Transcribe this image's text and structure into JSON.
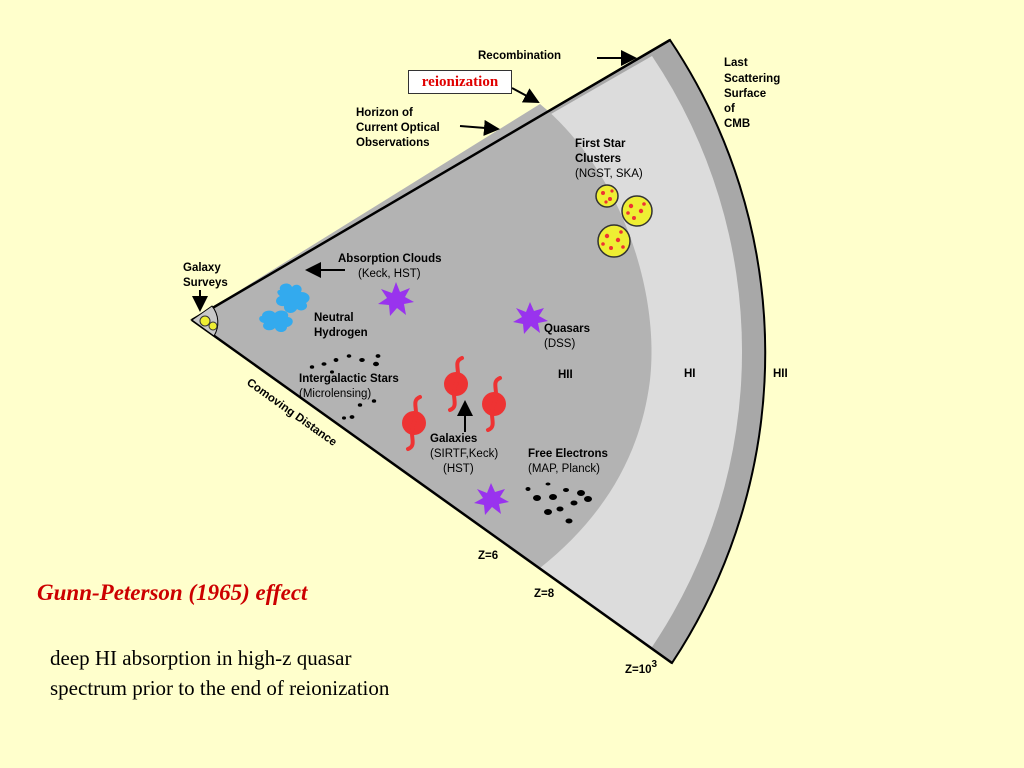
{
  "reionization_label": "reionization",
  "labels": {
    "recombination": "Recombination",
    "last_scattering": [
      "Last",
      "Scattering",
      "Surface",
      "of",
      "CMB"
    ],
    "horizon": [
      "Horizon of",
      "Current Optical",
      "Observations"
    ],
    "first_star": [
      "First Star",
      "Clusters",
      "(NGST, SKA)"
    ],
    "galaxy_surveys": [
      "Galaxy",
      "Surveys"
    ],
    "absorption_clouds": [
      "Absorption Clouds",
      "(Keck, HST)"
    ],
    "neutral_hydrogen": [
      "Neutral",
      "Hydrogen"
    ],
    "quasars": [
      "Quasars",
      "(DSS)"
    ],
    "intergalactic_stars": [
      "Intergalactic Stars",
      "(Microlensing)"
    ],
    "galaxies": [
      "Galaxies",
      "(SIRTF,Keck)",
      "(HST)"
    ],
    "free_electrons": [
      "Free Electrons",
      "(MAP, Planck)"
    ],
    "hii_inner": "HII",
    "hi_middle": "HI",
    "hii_outer": "HII",
    "comoving_distance": "Comoving Distance",
    "z6": "Z=6",
    "z8": "Z=8",
    "z103": "Z=10",
    "z103_exp": "3"
  },
  "gunn_peterson_title": "Gunn-Peterson (1965) effect",
  "caption_lines": [
    "deep HI absorption in high-z quasar",
    "spectrum prior to the end of reionization"
  ],
  "colors": {
    "background": "#ffffcc",
    "hii_region": "#b3b3b3",
    "hi_band": "#dcdcdc",
    "outer_shell": "#a8a8a8",
    "cloud": "#33aaee",
    "star_burst": "#9933ee",
    "galaxy": "#ee3333",
    "star_cluster": "#eeee33",
    "title_red": "#cc0000"
  }
}
